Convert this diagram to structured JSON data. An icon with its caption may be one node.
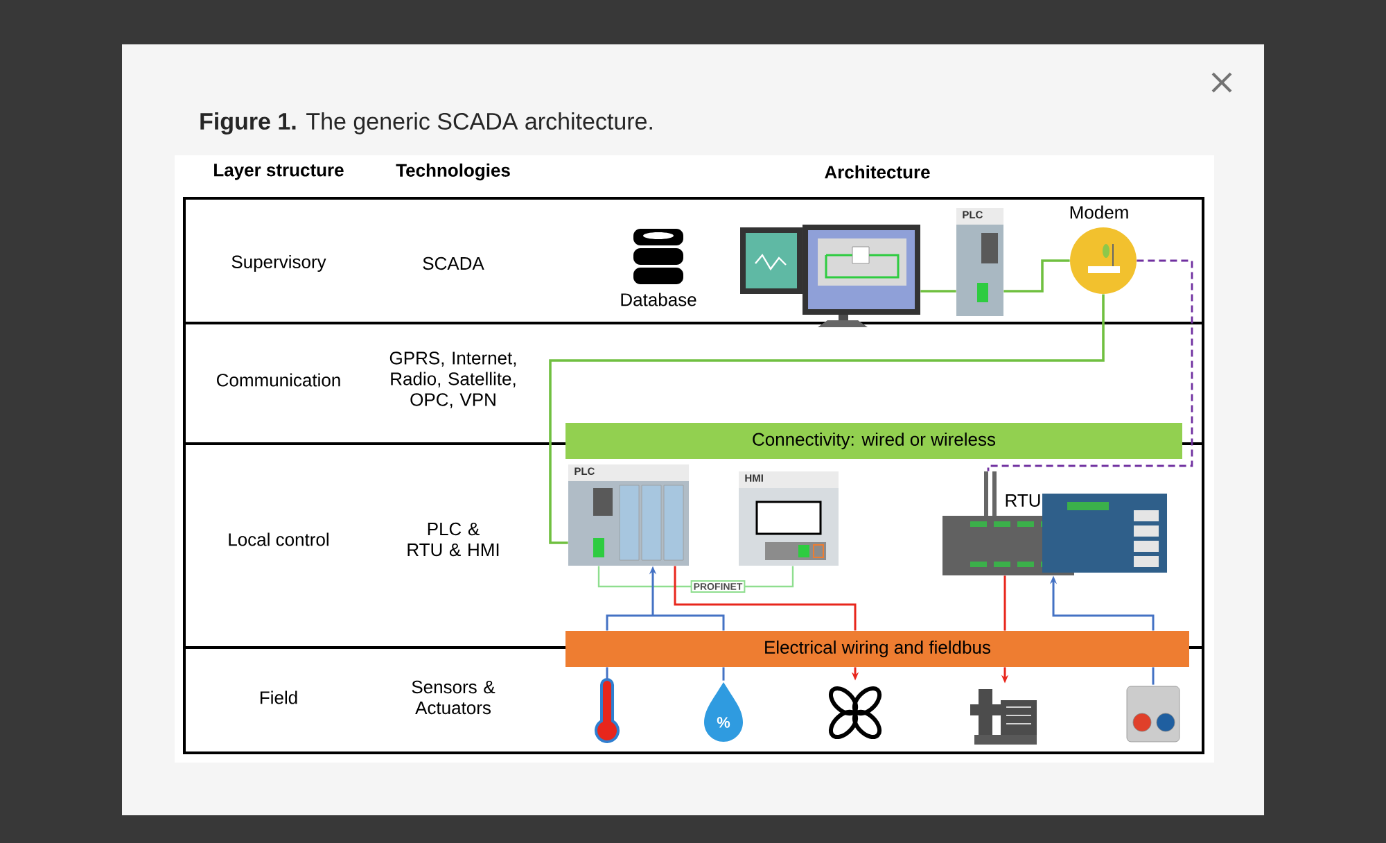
{
  "diagram": {
    "caption": "**Figure 1.** The generic SCADA architecture.",
    "nodes": [
      {
        "text": [
          "Database"
        ]
      },
      {
        "text": [],
        "shape": "picture"
      },
      {
        "text": [
          "PLC"
        ]
      },
      {
        "text": [
          "Modem"
        ]
      },
      {
        "text": [
          "Connectivity: wired or wireless"
        ]
      },
      {
        "text": [
          "PLC"
        ]
      },
      {
        "text": [
          "HMI"
        ]
      },
      {
        "text": [
          "RTU"
        ]
      },
      {
        "text": [
          "Electrical wiring and fieldbus"
        ]
      },
      {
        "text": [],
        "shape": "picture"
      },
      {
        "text": [],
        "shape": "picture"
      },
      {
        "text": [],
        "shape": "picture"
      },
      {
        "text": [],
        "shape": "picture"
      },
      {
        "text": [],
        "shape": "picture"
      }
    ],
    "edges": [
      {
        "from": 1,
        "to": 2,
        "arrow": "none",
        "color": "#70c040"
      },
      {
        "from": 2,
        "to": 3,
        "arrow": "none",
        "color": "#70c040"
      },
      {
        "from": 3,
        "to": 5,
        "arrow": "none",
        "color": "#70c040"
      },
      {
        "from": 3,
        "to": 7,
        "arrow": "none",
        "style": "dashed",
        "color": "#7030a0"
      },
      {
        "from": 5,
        "to": 6,
        "arrow": "none",
        "label": "PROFINET",
        "color": "#8fde8f"
      },
      {
        "from": 9,
        "to": 8,
        "arrow": "none",
        "color": "#4472c4"
      },
      {
        "from": 10,
        "to": 8,
        "arrow": "none",
        "color": "#4472c4"
      },
      {
        "from": 8,
        "to": 5,
        "arrow": "to",
        "color": "#4472c4"
      },
      {
        "from": 5,
        "to": 8,
        "arrow": "none",
        "color": "#e8261c"
      },
      {
        "from": 8,
        "to": 11,
        "arrow": "to",
        "color": "#e8261c"
      },
      {
        "from": 7,
        "to": 8,
        "arrow": "none",
        "color": "#e8261c"
      },
      {
        "from": 8,
        "to": 12,
        "arrow": "to",
        "color": "#e8261c"
      },
      {
        "from": 13,
        "to": 8,
        "arrow": "none",
        "color": "#4472c4"
      },
      {
        "from": 8,
        "to": 7,
        "arrow": "to",
        "color": "#4472c4"
      }
    ],
    "labels": [
      "Layer structure",
      "Technologies",
      "Architecture",
      "Supervisory",
      "SCADA",
      "Communication",
      "GPRS, Internet, Radio, Satellite, OPC, VPN",
      "Local control",
      "PLC & RTU & HMI",
      "Field",
      "Sensors & Actuators",
      "%"
    ]
  }
}
